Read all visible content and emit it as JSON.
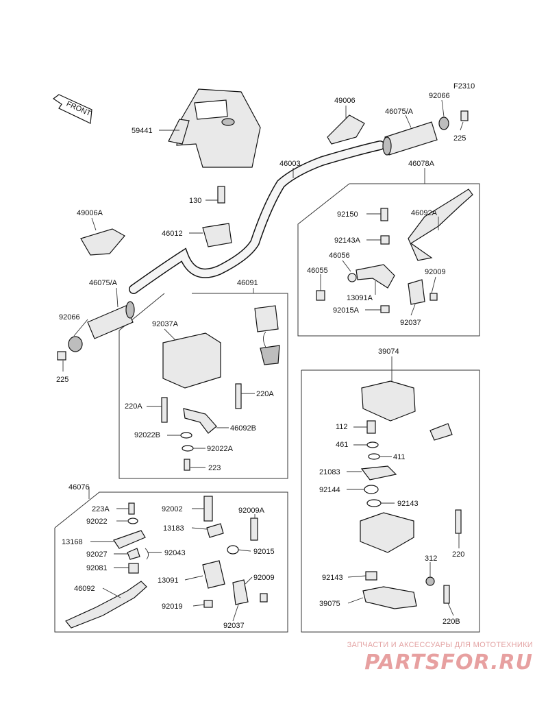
{
  "figure_code": "F2310",
  "front_marker": "FRONT",
  "labels": {
    "p59441": "59441",
    "p49006": "49006",
    "p46075a_right": "46075/A",
    "p92066_right": "92066",
    "p225_right": "225",
    "p46003": "46003",
    "p46078a": "46078A",
    "p130": "130",
    "p49006a": "49006A",
    "p46012": "46012",
    "p92150": "92150",
    "p46092a": "46092A",
    "p92143a": "92143A",
    "p46056": "46056",
    "p46055": "46055",
    "p92009_upper": "92009",
    "p13091a": "13091A",
    "p92015a": "92015A",
    "p92037_upper": "92037",
    "p46075a_left": "46075/A",
    "p46091": "46091",
    "p92066_left": "92066",
    "p225_left": "225",
    "p92037a": "92037A",
    "p220a_left": "220A",
    "p220a_right": "220A",
    "p92022b": "92022B",
    "p46092b": "46092B",
    "p92022a": "92022A",
    "p223": "223",
    "p39074": "39074",
    "p112": "112",
    "p461": "461",
    "p411": "411",
    "p21083": "21083",
    "p92144": "92144",
    "p92143_top": "92143",
    "p220": "220",
    "p312": "312",
    "p92143_bottom": "92143",
    "p39075": "39075",
    "p220b": "220B",
    "p46076": "46076",
    "p223a": "223A",
    "p92022": "92022",
    "p13168": "13168",
    "p92027": "92027",
    "p92043": "92043",
    "p92081": "92081",
    "p46092": "46092",
    "p92002": "92002",
    "p92009a": "92009A",
    "p13183": "13183",
    "p92015": "92015",
    "p13091": "13091",
    "p92009_lower": "92009",
    "p92019": "92019",
    "p92037_lower": "92037"
  },
  "watermark": {
    "tagline": "ЗАПЧАСТИ И АКСЕССУАРЫ ДЛЯ МОТОТЕХНИКИ",
    "logo": "PARTSFOR.RU"
  }
}
